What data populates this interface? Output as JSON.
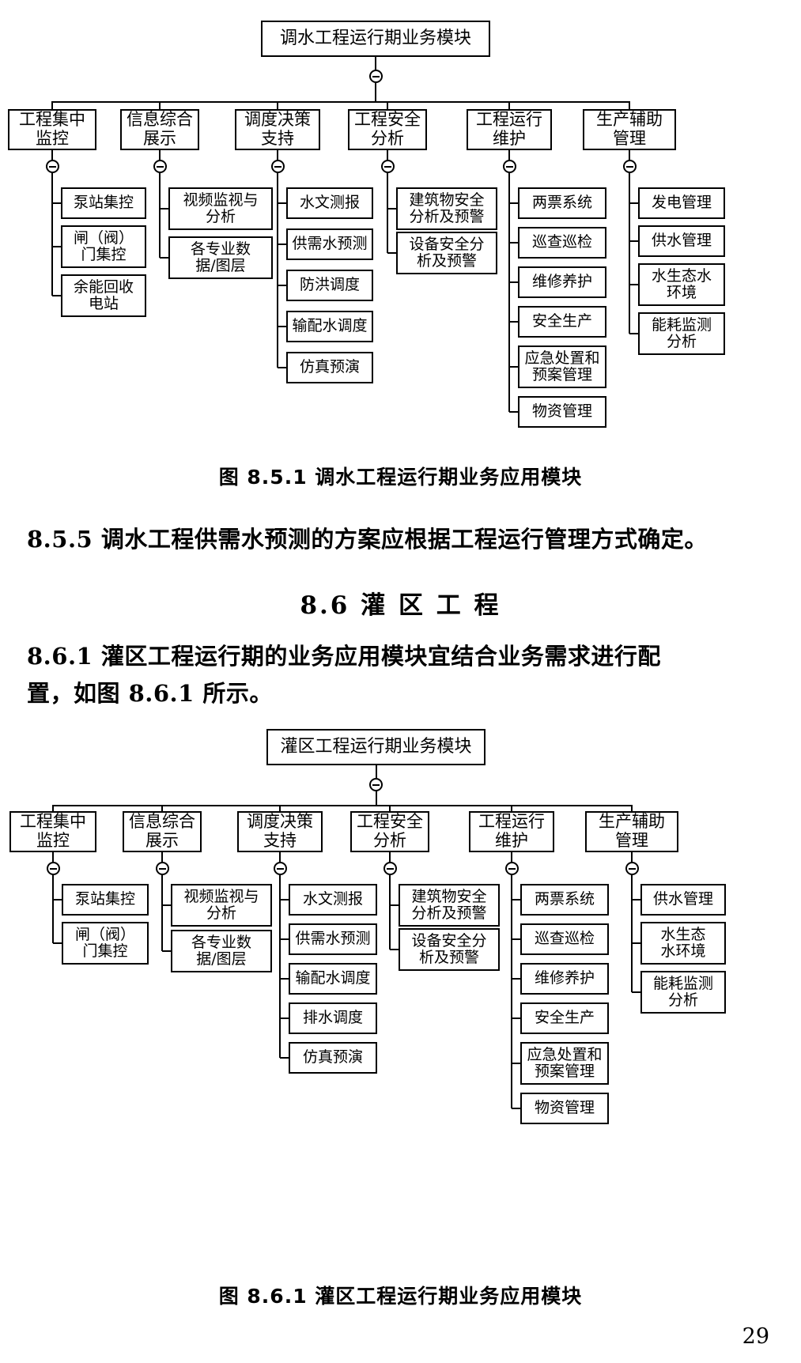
{
  "page": {
    "number": "29"
  },
  "figure1": {
    "caption": "图 8.5.1  调水工程运行期业务应用模块",
    "root": "调水工程运行期业务模块",
    "branches": [
      {
        "label": "工程集中\n监控",
        "children": [
          "泵站集控",
          "闸（阀）\n门集控",
          "余能回收\n电站"
        ]
      },
      {
        "label": "信息综合\n展示",
        "children": [
          "视频监视与\n分析",
          "各专业数\n据/图层"
        ]
      },
      {
        "label": "调度决策\n支持",
        "children": [
          "水文测报",
          "供需水预测",
          "防洪调度",
          "输配水调度",
          "仿真预演"
        ]
      },
      {
        "label": "工程安全\n分析",
        "children": [
          "建筑物安全\n分析及预警",
          "设备安全分\n析及预警"
        ]
      },
      {
        "label": "工程运行\n维护",
        "children": [
          "两票系统",
          "巡查巡检",
          "维修养护",
          "安全生产",
          "应急处置和\n预案管理",
          "物资管理"
        ]
      },
      {
        "label": "生产辅助\n管理",
        "children": [
          "发电管理",
          "供水管理",
          "水生态水\n环境",
          "能耗监测\n分析"
        ]
      }
    ]
  },
  "clause_855": "8.5.5   调水工程供需水预测的方案应根据工程运行管理方式确定。",
  "section_86": "8.6   灌 区 工 程",
  "clause_861_line1": "8.6.1   灌区工程运行期的业务应用模块宜结合业务需求进行配",
  "clause_861_line2": "置，如图 8.6.1 所示。",
  "figure2": {
    "caption": "图 8.6.1  灌区工程运行期业务应用模块",
    "root": "灌区工程运行期业务模块",
    "branches": [
      {
        "label": "工程集中\n监控",
        "children": [
          "泵站集控",
          "闸（阀）\n门集控"
        ]
      },
      {
        "label": "信息综合\n展示",
        "children": [
          "视频监视与\n分析",
          "各专业数\n据/图层"
        ]
      },
      {
        "label": "调度决策\n支持",
        "children": [
          "水文测报",
          "供需水预测",
          "输配水调度",
          "排水调度",
          "仿真预演"
        ]
      },
      {
        "label": "工程安全\n分析",
        "children": [
          "建筑物安全\n分析及预警",
          "设备安全分\n析及预警"
        ]
      },
      {
        "label": "工程运行\n维护",
        "children": [
          "两票系统",
          "巡查巡检",
          "维修养护",
          "安全生产",
          "应急处置和\n预案管理",
          "物资管理"
        ]
      },
      {
        "label": "生产辅助\n管理",
        "children": [
          "供水管理",
          "水生态\n水环境",
          "能耗监测\n分析"
        ]
      }
    ]
  }
}
